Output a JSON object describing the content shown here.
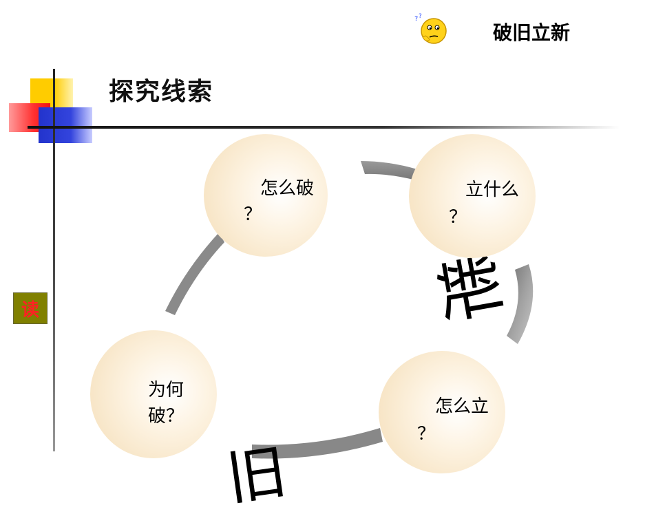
{
  "header": {
    "title": "破旧立新"
  },
  "slide": {
    "title": "探究线索"
  },
  "side_button": {
    "label": "读"
  },
  "bubbles": [
    {
      "line1": "怎么破",
      "line2": "？"
    },
    {
      "line1": "立什么",
      "line2": "？"
    },
    {
      "line1": "怎么立",
      "line2": "？"
    },
    {
      "line1": "为何破？",
      "line2": ""
    }
  ],
  "arrow_labels": {
    "new": "新",
    "old": "旧"
  },
  "icons": {
    "thinking": "thinking-face-icon"
  },
  "colors": {
    "bubble": "#f4ddb6",
    "arrow": "#999999",
    "button": "#808000",
    "button_text": "#ff2222"
  }
}
